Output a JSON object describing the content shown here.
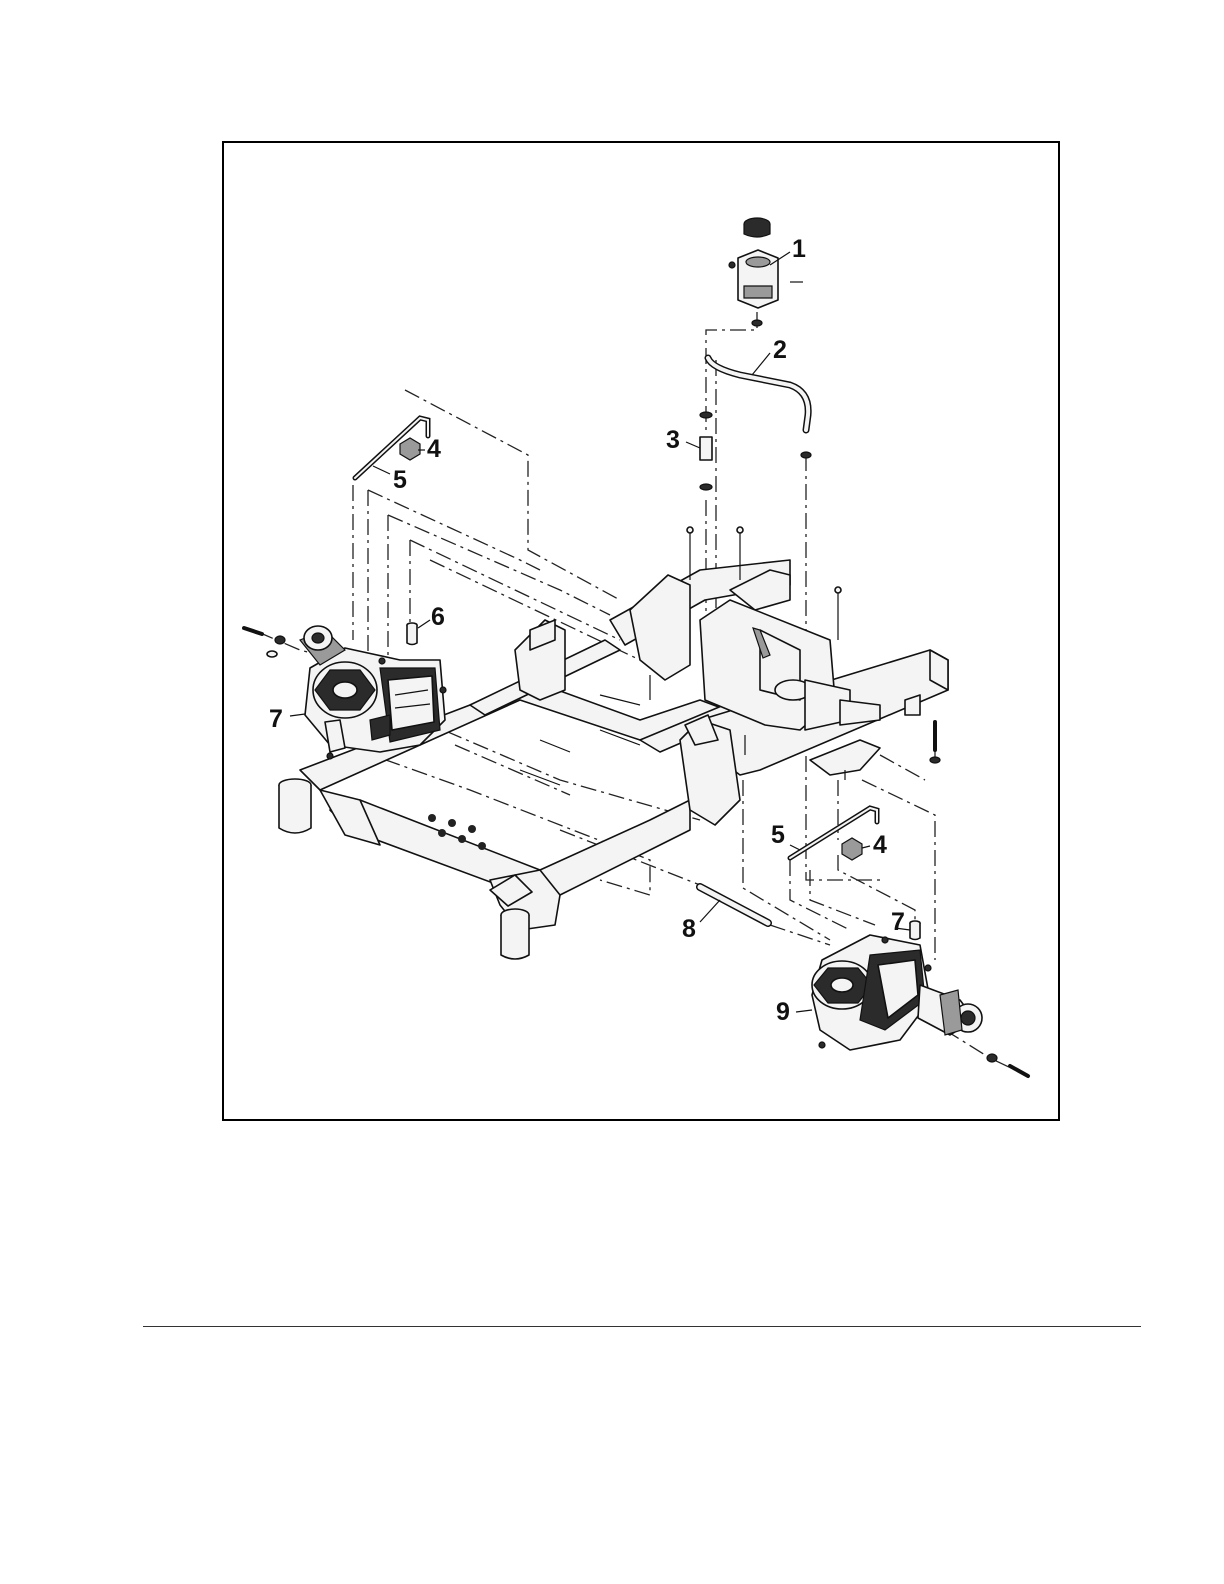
{
  "figure": {
    "callouts": [
      {
        "id": "c1",
        "label": "1"
      },
      {
        "id": "c2",
        "label": "2"
      },
      {
        "id": "c3",
        "label": "3"
      },
      {
        "id": "c4a",
        "label": "4"
      },
      {
        "id": "c5a",
        "label": "5"
      },
      {
        "id": "c6",
        "label": "6"
      },
      {
        "id": "c7a",
        "label": "7"
      },
      {
        "id": "c5b",
        "label": "5"
      },
      {
        "id": "c4b",
        "label": "4"
      },
      {
        "id": "c7b",
        "label": "7"
      },
      {
        "id": "c8",
        "label": "8"
      },
      {
        "id": "c9",
        "label": "9"
      }
    ]
  },
  "colors": {
    "line": "#111111",
    "shade": "#9a9a9a",
    "dark": "#2b2b2b",
    "paper": "#ffffff"
  }
}
